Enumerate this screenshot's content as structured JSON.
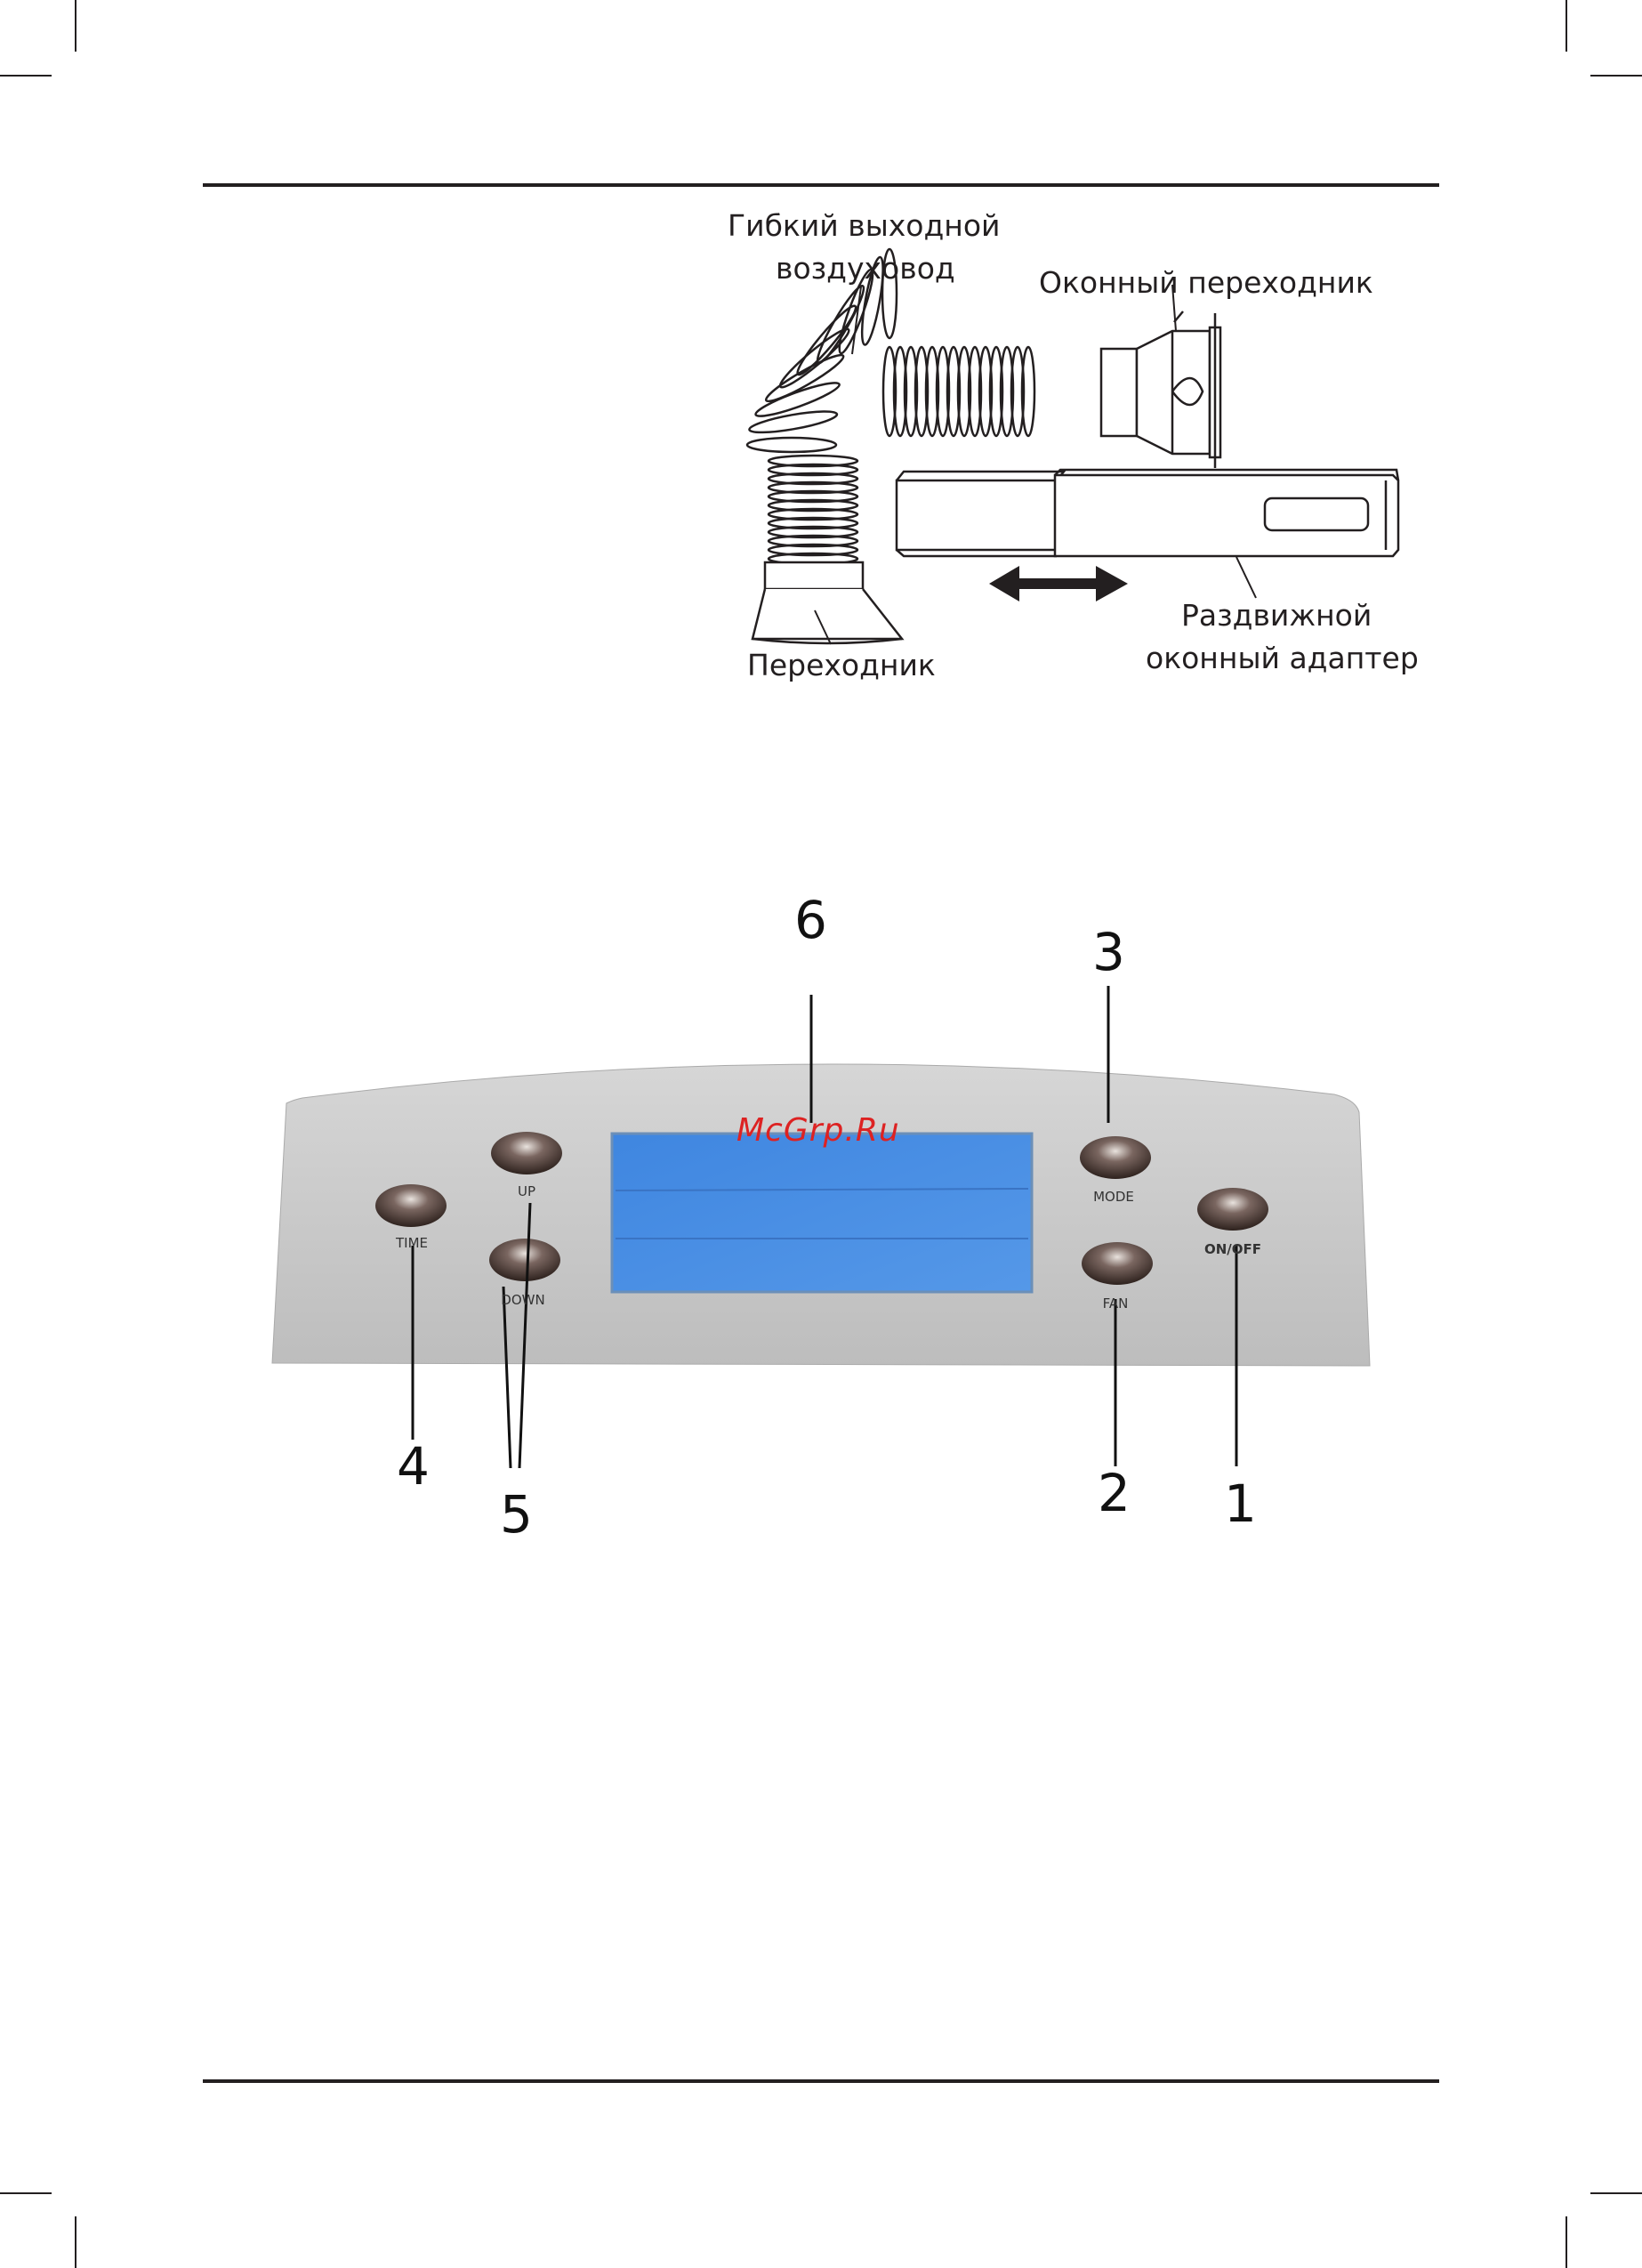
{
  "parts_diagram": {
    "labels": {
      "hose": [
        "Гибкий выходной",
        "воздуховод"
      ],
      "window_adapter": "Оконный переходник",
      "adapter": "Переходник",
      "sliding_adapter": [
        "Раздвижной",
        "оконный адаптер"
      ]
    }
  },
  "control_panel": {
    "watermark": "McGrp.Ru",
    "buttons": {
      "time": "TIME",
      "up": "UP",
      "down": "DOWN",
      "mode": "MODE",
      "fan": "FAN",
      "onoff": "ON/OFF"
    },
    "callouts": [
      "1",
      "2",
      "3",
      "4",
      "5",
      "6"
    ],
    "colors": {
      "lcd": "#4a8fe0",
      "panel": "#c9c9c9",
      "button": "#3b2a24"
    }
  }
}
